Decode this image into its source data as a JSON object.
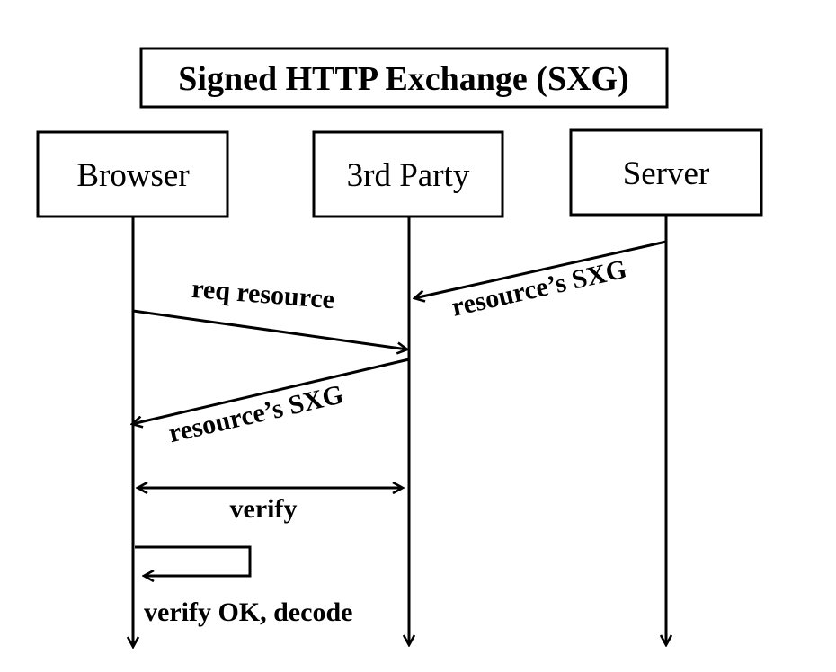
{
  "title": "Signed HTTP Exchange (SXG)",
  "actors": {
    "browser": "Browser",
    "third_party": "3rd Party",
    "server": "Server"
  },
  "messages": {
    "server_to_third_party": "resource’s SXG",
    "browser_to_third_party": "req resource",
    "third_party_to_browser": "resource’s SXG",
    "verify": "verify",
    "verify_ok": "verify OK, decode"
  }
}
